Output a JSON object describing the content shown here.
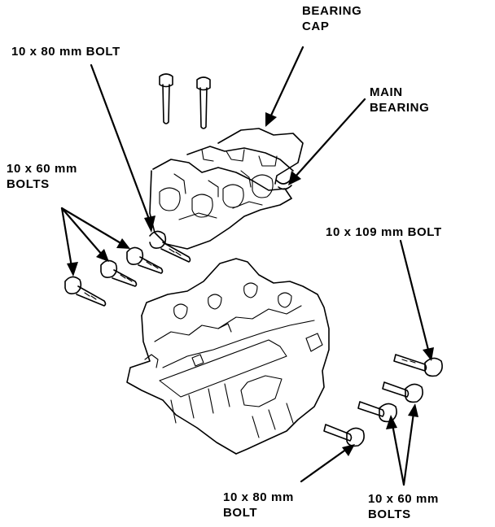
{
  "labels": {
    "bearing_cap": [
      "BEARING",
      "CAP"
    ],
    "bolt_80_top": "10 x 80 mm BOLT",
    "main_bearing": [
      "MAIN",
      "BEARING"
    ],
    "bolts_60_left": [
      "10 x 60 mm",
      "BOLTS"
    ],
    "bolt_109": "10 x 109 mm BOLT",
    "bolt_80_bottom": [
      "10 x 80 mm",
      "BOLT"
    ],
    "bolts_60_right": [
      "10 x 60 mm",
      "BOLTS"
    ]
  }
}
